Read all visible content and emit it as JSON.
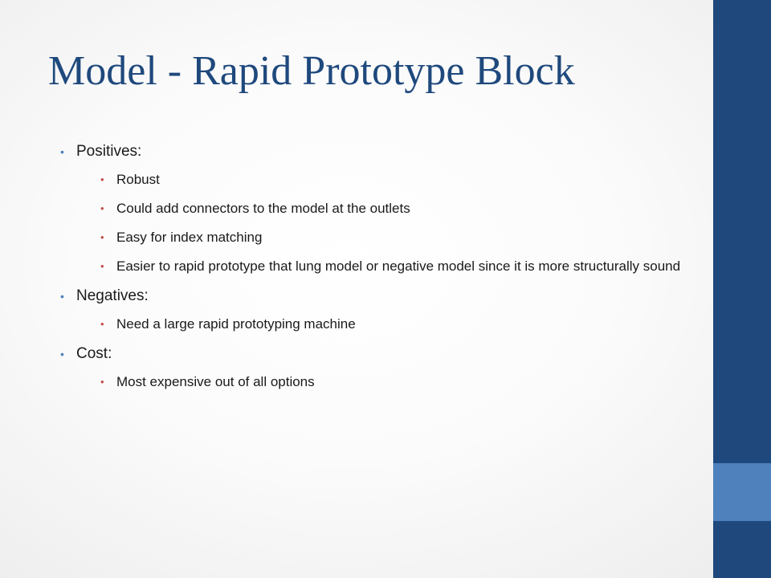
{
  "colors": {
    "accent_dark": "#1f497d",
    "accent_light": "#4f81bd",
    "bullet_level1": "#4f81bd",
    "bullet_level2": "#c0504d"
  },
  "slide": {
    "title": "Model - Rapid Prototype Block",
    "bullet_glyph": "•",
    "sections": [
      {
        "heading": "Positives:",
        "items": [
          "Robust",
          "Could add connectors to the model at the outlets",
          "Easy for index matching",
          "Easier to rapid prototype that lung model or negative model since it is more structurally sound"
        ]
      },
      {
        "heading": "Negatives:",
        "items": [
          "Need a large rapid prototyping machine"
        ]
      },
      {
        "heading": "Cost:",
        "items": [
          "Most expensive out of all options"
        ]
      }
    ]
  }
}
